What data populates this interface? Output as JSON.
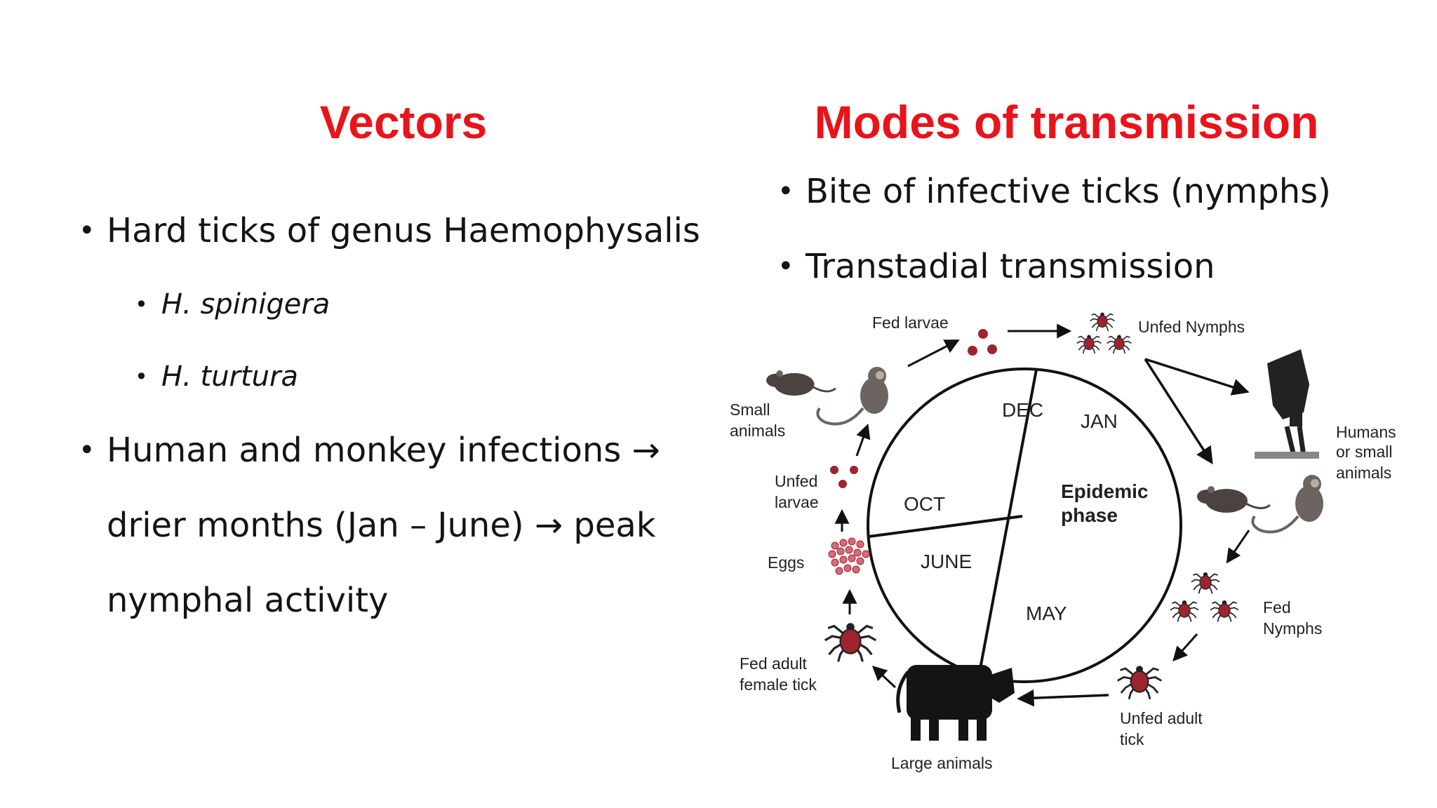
{
  "left": {
    "heading": "Vectors",
    "item1": "Hard ticks of genus Haemophysalis",
    "sub1": "H. spinigera",
    "sub2": "H. turtura",
    "item2_line1": "Human and monkey infections →",
    "item2_line2": "drier months (Jan – June) → peak",
    "item2_line3": "nymphal activity"
  },
  "right": {
    "heading": "Modes of transmission",
    "item1": "Bite of infective ticks (nymphs)",
    "item2": "Transtadial transmission"
  },
  "diagram": {
    "months": {
      "dec": "DEC",
      "jan": "JAN",
      "oct": "OCT",
      "june": "JUNE",
      "may": "MAY"
    },
    "center_line1": "Epidemic",
    "center_line2": "phase",
    "stages": {
      "fed_larvae": "Fed larvae",
      "unfed_nymphs": "Unfed Nymphs",
      "humans_1": "Humans",
      "humans_2": "or small",
      "humans_3": "animals",
      "fed_nymphs_1": "Fed",
      "fed_nymphs_2": "Nymphs",
      "unfed_adult_1": "Unfed adult",
      "unfed_adult_2": "tick",
      "large_animals": "Large animals",
      "fed_female_1": "Fed adult",
      "fed_female_2": "female tick",
      "eggs": "Eggs",
      "unfed_larvae_1": "Unfed",
      "unfed_larvae_2": "larvae",
      "small_animals_1": "Small",
      "small_animals_2": "animals"
    },
    "colors": {
      "tick_fill": "#9e2430",
      "egg_fill": "#d66a78",
      "ink": "#111111",
      "accent": "#e8131b"
    }
  }
}
